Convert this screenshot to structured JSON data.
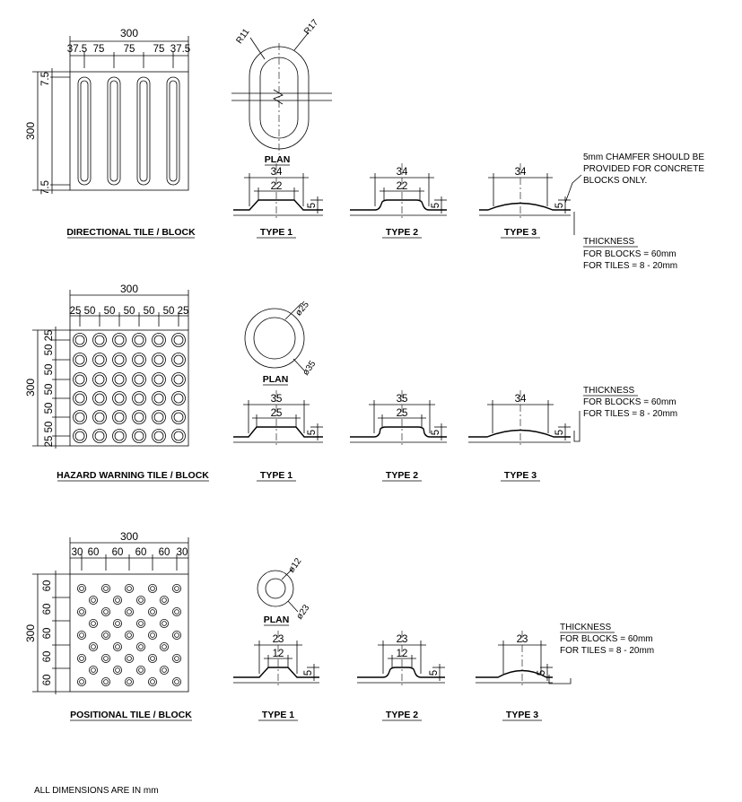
{
  "directional": {
    "caption": "DIRECTIONAL TILE / BLOCK",
    "width_total": "300",
    "width_segments": [
      "37.5",
      "75",
      "75",
      "75",
      "37.5"
    ],
    "height_total": "300",
    "height_top": "7.5",
    "height_bottom": "7.5",
    "plan_label": "PLAN",
    "radius_inner": "R11",
    "radius_outer": "R17",
    "type1_label": "TYPE 1",
    "type2_label": "TYPE 2",
    "type3_label": "TYPE 3",
    "t1_top": "34",
    "t1_inner": "22",
    "t1_h": "5",
    "t2_top": "34",
    "t2_inner": "22",
    "t2_h": "5",
    "t3_top": "34",
    "t3_h": "5",
    "chamfer_note": [
      "5mm CHAMFER SHOULD BE",
      "PROVIDED FOR CONCRETE",
      "BLOCKS ONLY."
    ],
    "thickness_title": "THICKNESS",
    "thickness_blocks": "FOR BLOCKS = 60mm",
    "thickness_tiles": "FOR TILES = 8 - 20mm"
  },
  "hazard": {
    "caption": "HAZARD WARNING TILE / BLOCK",
    "width_total": "300",
    "width_segments": [
      "25",
      "50",
      "50",
      "50",
      "50",
      "50",
      "25"
    ],
    "height_total": "300",
    "height_segments": [
      "25",
      "50",
      "50",
      "50",
      "50",
      "50",
      "25"
    ],
    "plan_label": "PLAN",
    "dia_inner": "ø25",
    "dia_outer": "ø35",
    "type1_label": "TYPE 1",
    "type2_label": "TYPE 2",
    "type3_label": "TYPE 3",
    "t1_top": "35",
    "t1_inner": "25",
    "t1_h": "5",
    "t2_top": "35",
    "t2_inner": "25",
    "t2_h": "5",
    "t3_top": "34",
    "t3_h": "5",
    "thickness_title": "THICKNESS",
    "thickness_blocks": "FOR BLOCKS = 60mm",
    "thickness_tiles": "FOR TILES = 8 - 20mm"
  },
  "positional": {
    "caption": "POSITIONAL TILE / BLOCK",
    "width_total": "300",
    "width_segments": [
      "30",
      "60",
      "60",
      "60",
      "60",
      "30"
    ],
    "height_total": "300",
    "height_segments": [
      "60",
      "60",
      "60",
      "60",
      "60"
    ],
    "plan_label": "PLAN",
    "dia_inner": "ø12",
    "dia_outer": "ø23",
    "type1_label": "TYPE 1",
    "type2_label": "TYPE 2",
    "type3_label": "TYPE 3",
    "t1_top": "23",
    "t1_inner": "12",
    "t1_h": "5",
    "t2_top": "23",
    "t2_inner": "12",
    "t2_h": "5",
    "t3_top": "23",
    "t3_h": "5",
    "thickness_title": "THICKNESS",
    "thickness_blocks": "FOR BLOCKS = 60mm",
    "thickness_tiles": "FOR TILES = 8 - 20mm"
  },
  "footer_note": "ALL DIMENSIONS  ARE IN mm"
}
